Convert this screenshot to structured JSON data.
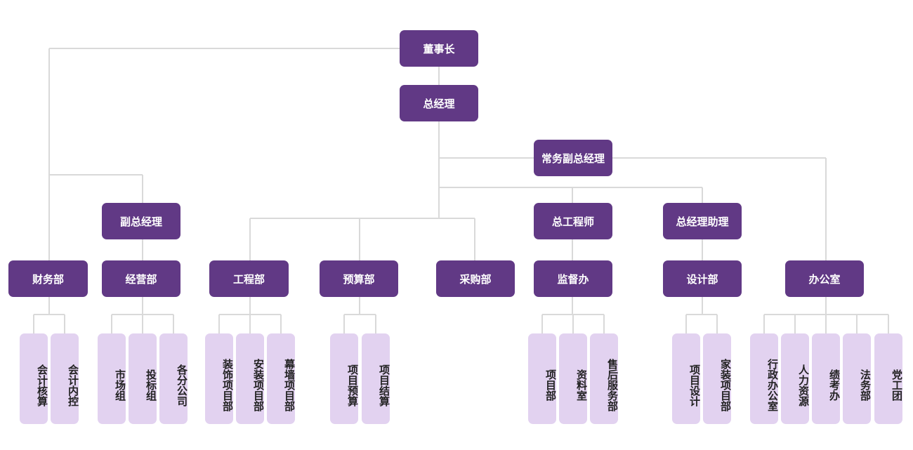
{
  "chairman": "董事长",
  "general_manager": "总经理",
  "executive_deputy_gm": "常务副总经理",
  "deputy_gm": "副总经理",
  "chief_engineer": "总工程师",
  "gm_assistant": "总经理助理",
  "departments": {
    "finance": "财务部",
    "operations": "经营部",
    "engineering": "工程部",
    "budget": "预算部",
    "purchasing": "采购部",
    "supervision": "监督办",
    "design": "设计部",
    "office": "办公室"
  },
  "leaves": {
    "finance": [
      "会计核算",
      "会计内控"
    ],
    "operations": [
      "市场组",
      "投标组",
      "各分公司"
    ],
    "engineering": [
      "装饰项目部",
      "安装项目部",
      "幕墙项目部"
    ],
    "budget": [
      "项目预算",
      "项目结算"
    ],
    "supervision": [
      "项目部",
      "资料室",
      "售后服务部"
    ],
    "design": [
      "项目设计",
      "家装项目部"
    ],
    "office": [
      "行政办公室",
      "人力资源",
      "绩考办",
      "法务部",
      "党工团"
    ]
  },
  "colors": {
    "node": "#613985",
    "leaf": "#e2d2f0",
    "connector": "#d9d9d9"
  }
}
